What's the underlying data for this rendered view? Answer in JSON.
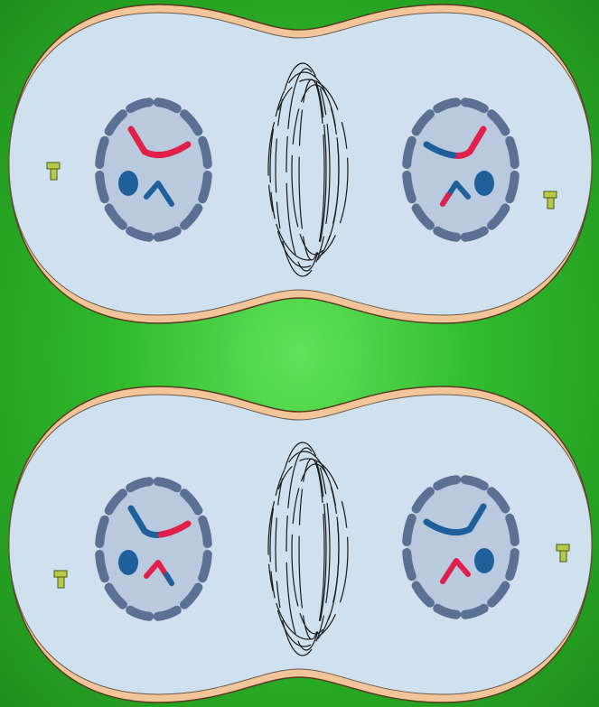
{
  "colors": {
    "background": "#33b52f",
    "membrane": "#f2c49a",
    "membrane_outline": "#5a3a20",
    "cytoplasm": "#cfe0ee",
    "nucleus": "#b9c9de",
    "envelope": "#5b7092",
    "chromosome_red": "#e0204a",
    "chromosome_blue": "#1f5f9c",
    "centriole": "#b8c94a",
    "spindle": "#1a1a1a"
  },
  "cells": [
    {
      "id": "upper",
      "nuclei": [
        {
          "side": "left",
          "long_chromosome": "red",
          "short_chromosome": "blue",
          "short_tip": "none"
        },
        {
          "side": "right",
          "long_chromosome": "red-blue",
          "short_chromosome": "blue",
          "short_tip": "red"
        }
      ],
      "centrioles": [
        "left",
        "right"
      ]
    },
    {
      "id": "lower",
      "nuclei": [
        {
          "side": "left",
          "long_chromosome": "blue-red",
          "short_chromosome": "red",
          "short_tip": "blue"
        },
        {
          "side": "right",
          "long_chromosome": "blue",
          "short_chromosome": "red",
          "short_tip": "none"
        }
      ],
      "centrioles": [
        "left",
        "right"
      ]
    }
  ]
}
